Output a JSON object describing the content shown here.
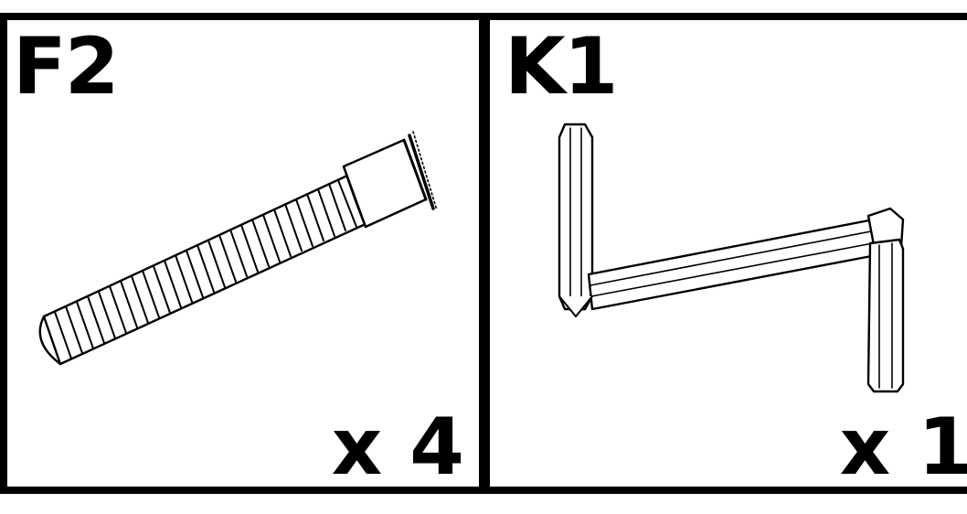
{
  "parts": [
    {
      "code": "F2",
      "part_icon": "threaded-bolt-icon",
      "quantity": "x 4"
    },
    {
      "code": "K1",
      "part_icon": "hex-allen-key-icon",
      "quantity": "x 1"
    }
  ],
  "colors": {
    "ink": "#000000",
    "paper": "#ffffff"
  }
}
